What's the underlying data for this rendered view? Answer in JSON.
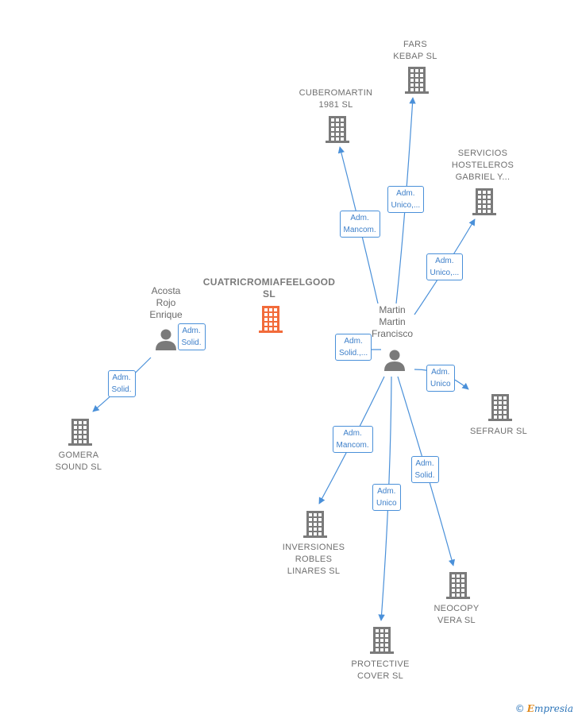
{
  "diagram": {
    "nodes": [
      {
        "id": "focus",
        "kind": "company-focus",
        "label": "CUATRICROMIAFEELGOOD\nSL"
      },
      {
        "id": "fars",
        "kind": "company",
        "label": "FARS\nKEBAP SL"
      },
      {
        "id": "cuberomartin",
        "kind": "company",
        "label": "CUBEROMARTIN\n1981  SL"
      },
      {
        "id": "servicios",
        "kind": "company",
        "label": "SERVICIOS\nHOSTELEROS\nGABRIEL Y..."
      },
      {
        "id": "sefraur",
        "kind": "company",
        "label": "SEFRAUR  SL"
      },
      {
        "id": "gomera",
        "kind": "company",
        "label": "GOMERA\nSOUND  SL"
      },
      {
        "id": "inversiones",
        "kind": "company",
        "label": "INVERSIONES\nROBLES\nLINARES SL"
      },
      {
        "id": "neocopy",
        "kind": "company",
        "label": "NEOCOPY\nVERA  SL"
      },
      {
        "id": "protective",
        "kind": "company",
        "label": "PROTECTIVE\nCOVER  SL"
      },
      {
        "id": "martin",
        "kind": "person",
        "label": "Martin\nMartin\nFrancisco"
      },
      {
        "id": "acosta",
        "kind": "person",
        "label": "Acosta\nRojo\nEnrique"
      }
    ],
    "edges": [
      {
        "from": "martin",
        "to": "cuberomartin",
        "role": "Adm.\nMancom."
      },
      {
        "from": "martin",
        "to": "fars",
        "role": "Adm.\nUnico,..."
      },
      {
        "from": "martin",
        "to": "servicios",
        "role": "Adm.\nUnico,..."
      },
      {
        "from": "martin",
        "to": "sefraur",
        "role": "Adm.\nUnico"
      },
      {
        "from": "martin",
        "to": "focus",
        "role": "Adm.\nSolid.,..."
      },
      {
        "from": "martin",
        "to": "inversiones",
        "role": "Adm.\nMancom."
      },
      {
        "from": "martin",
        "to": "protective",
        "role": "Adm.\nUnico"
      },
      {
        "from": "martin",
        "to": "neocopy",
        "role": "Adm.\nSolid."
      },
      {
        "from": "acosta",
        "to": "focus",
        "role": "Adm.\nSolid."
      },
      {
        "from": "acosta",
        "to": "gomera",
        "role": "Adm.\nSolid."
      }
    ],
    "colors": {
      "focus": "#f26b3a",
      "company": "#7a7a7a",
      "person": "#7a7a7a",
      "edge": "#4a90d9",
      "role_text": "#3d7fc9"
    }
  },
  "footer": {
    "copyright": "©",
    "brand_initial": "E",
    "brand_rest": "mpresia"
  }
}
